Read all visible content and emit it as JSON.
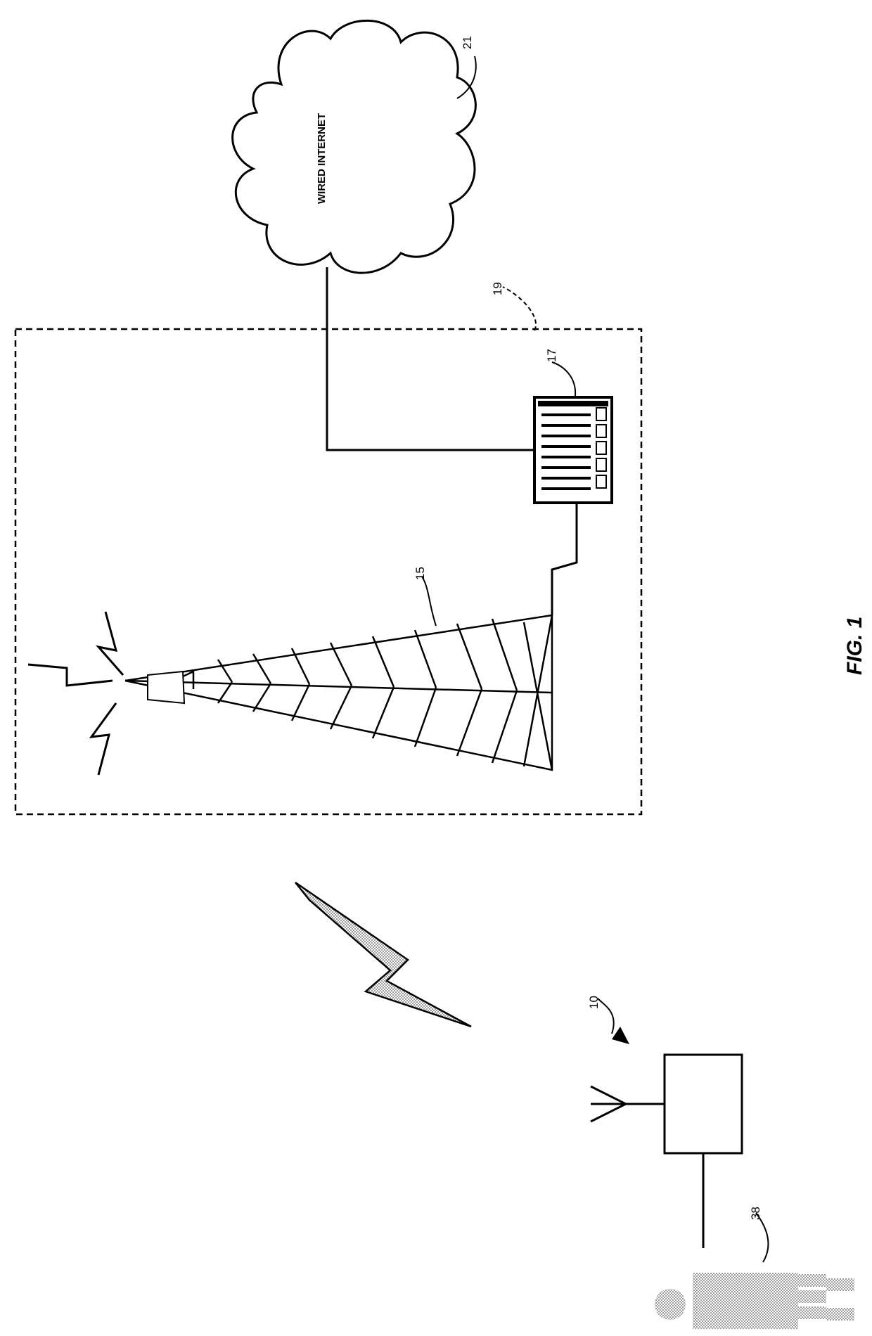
{
  "figure": {
    "caption": "FIG. 1",
    "cloud_label": "WIRED INTERNET",
    "reference_numerals": {
      "internet": "21",
      "base_station_box": "19",
      "server": "17",
      "tower": "15",
      "device": "10",
      "user": "38"
    }
  },
  "colors": {
    "line": "#000000",
    "shading": "#bdbdbd",
    "background": "#ffffff"
  }
}
